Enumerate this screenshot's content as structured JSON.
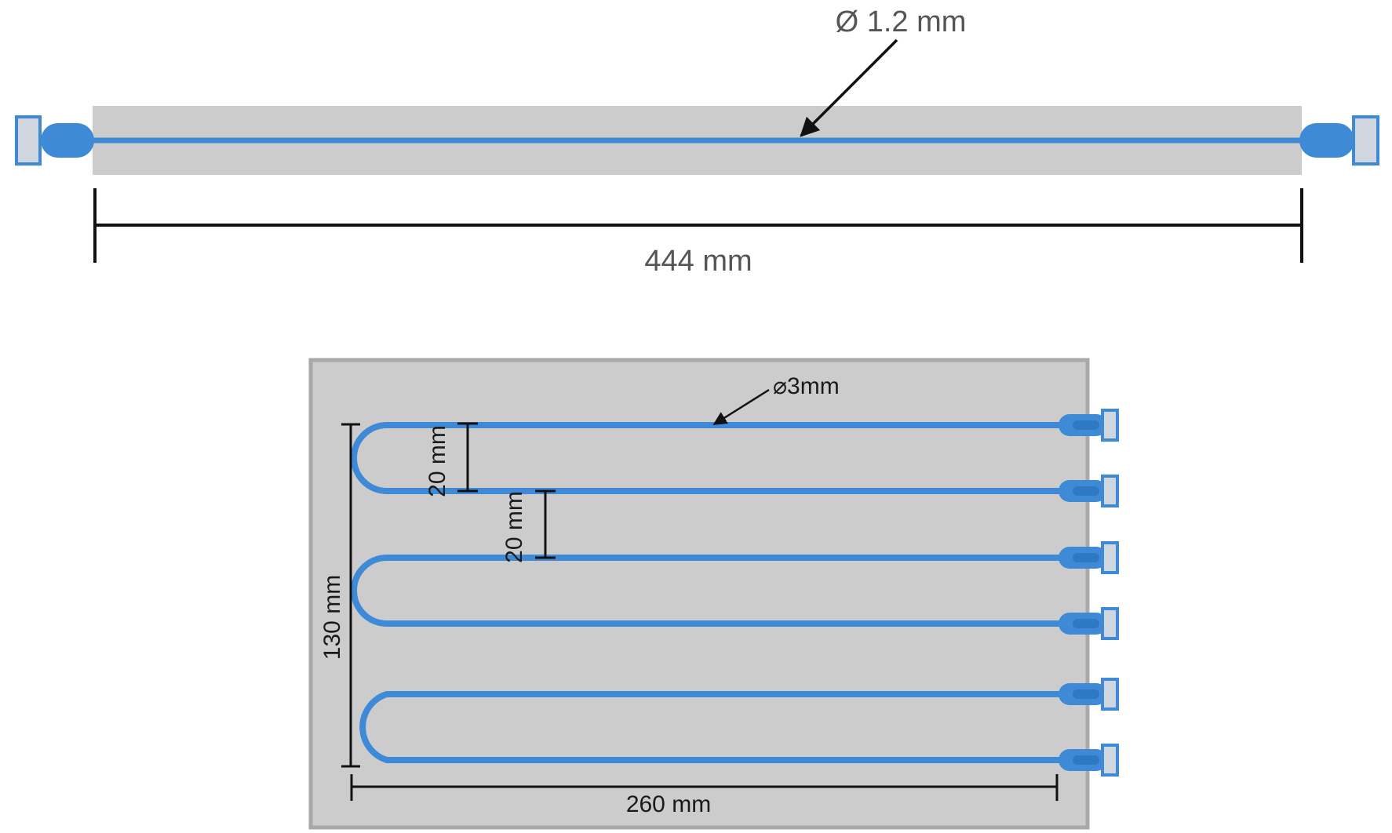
{
  "colors": {
    "tube": "#3e8ad6",
    "connector_body": "#3e8ad6",
    "connector_cap": "#cfd6dd",
    "panel": "#cccccc",
    "panel_border": "#a9a9a9",
    "dimension": "#111111",
    "label_grey": "#555555",
    "label_dark": "#1a1a1a"
  },
  "straight_channel": {
    "diameter_label": "Ø 1.2 mm",
    "length_label": "444 mm"
  },
  "serpentine_channel": {
    "diameter_label": "⌀3mm",
    "loop_count": 3,
    "connector_count": 6,
    "gap_within_loop_label": "20 mm",
    "gap_between_loops_label": "20 mm",
    "height_label": "130 mm",
    "width_label": "260 mm"
  }
}
